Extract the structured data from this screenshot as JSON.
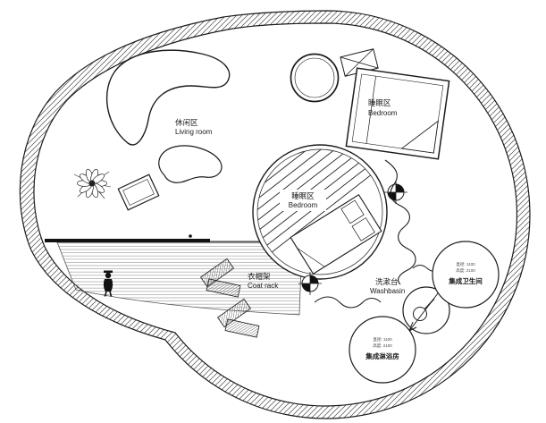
{
  "plan": {
    "areas": {
      "living_room": {
        "label_zh": "休闲区",
        "label_en": "Living room"
      },
      "bedroom_upper": {
        "label_zh": "睡眠区",
        "label_en": "Bedroom"
      },
      "bedroom_center": {
        "label_zh": "睡眠区",
        "label_en": "Bedroom"
      },
      "coat_rack": {
        "label_zh": "衣帽架",
        "label_en": "Coat rack"
      },
      "washbasin": {
        "label_zh": "洗漱台",
        "label_en": "Washbasin"
      },
      "bathroom_pod": {
        "spec_line1": "直径: 1100",
        "spec_line2": "高度: 2100",
        "label_zh": "集成卫生间"
      },
      "shower_pod": {
        "spec_line1": "直径: 1100",
        "spec_line2": "高度: 2100",
        "label_zh": "集成淋浴房"
      }
    },
    "icons": {
      "column_marker": "crosshair-target",
      "person": "person-figure",
      "plant": "potted-plant",
      "mirror": "round-mirror-magnifier",
      "arrow": "direction-arrow"
    },
    "colors": {
      "line": "#1c1c1c",
      "background": "#ffffff",
      "wall_hatch": "#4a4a4a",
      "deck_lines": "#8a8a8a"
    }
  }
}
